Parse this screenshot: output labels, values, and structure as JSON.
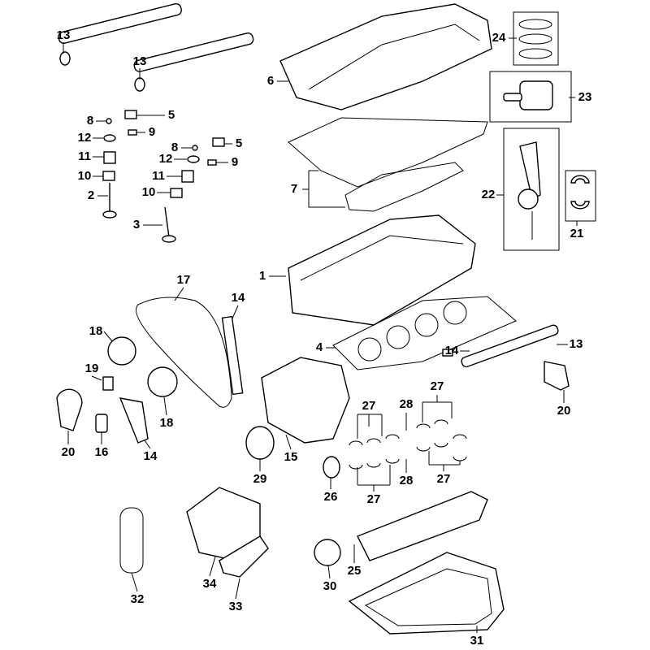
{
  "diagram": {
    "title": "Engine Parts Exploded View",
    "callouts": [
      {
        "id": "c13a",
        "label": "13"
      },
      {
        "id": "c13b",
        "label": "13"
      },
      {
        "id": "c6",
        "label": "6"
      },
      {
        "id": "c24",
        "label": "24"
      },
      {
        "id": "c23",
        "label": "23"
      },
      {
        "id": "c5a",
        "label": "5"
      },
      {
        "id": "c8a",
        "label": "8"
      },
      {
        "id": "c12a",
        "label": "12"
      },
      {
        "id": "c9a",
        "label": "9"
      },
      {
        "id": "c5b",
        "label": "5"
      },
      {
        "id": "c8b",
        "label": "8"
      },
      {
        "id": "c11a",
        "label": "11"
      },
      {
        "id": "c12b",
        "label": "12"
      },
      {
        "id": "c9b",
        "label": "9"
      },
      {
        "id": "c10a",
        "label": "10"
      },
      {
        "id": "c11b",
        "label": "11"
      },
      {
        "id": "c10b",
        "label": "10"
      },
      {
        "id": "c2",
        "label": "2"
      },
      {
        "id": "c7",
        "label": "7"
      },
      {
        "id": "c22",
        "label": "22"
      },
      {
        "id": "c3",
        "label": "3"
      },
      {
        "id": "c21",
        "label": "21"
      },
      {
        "id": "c1",
        "label": "1"
      },
      {
        "id": "c17",
        "label": "17"
      },
      {
        "id": "c14a",
        "label": "14"
      },
      {
        "id": "c18a",
        "label": "18"
      },
      {
        "id": "c4",
        "label": "4"
      },
      {
        "id": "c14b",
        "label": "14"
      },
      {
        "id": "c13c",
        "label": "13"
      },
      {
        "id": "c19",
        "label": "19"
      },
      {
        "id": "c27a",
        "label": "27"
      },
      {
        "id": "c28a",
        "label": "28"
      },
      {
        "id": "c27b",
        "label": "27"
      },
      {
        "id": "c20a",
        "label": "20"
      },
      {
        "id": "c18b",
        "label": "18"
      },
      {
        "id": "c20b",
        "label": "20"
      },
      {
        "id": "c16",
        "label": "16"
      },
      {
        "id": "c14c",
        "label": "14"
      },
      {
        "id": "c29",
        "label": "29"
      },
      {
        "id": "c15",
        "label": "15"
      },
      {
        "id": "c26",
        "label": "26"
      },
      {
        "id": "c28b",
        "label": "28"
      },
      {
        "id": "c27c",
        "label": "27"
      },
      {
        "id": "c27d",
        "label": "27"
      },
      {
        "id": "c25",
        "label": "25"
      },
      {
        "id": "c32",
        "label": "32"
      },
      {
        "id": "c34",
        "label": "34"
      },
      {
        "id": "c33",
        "label": "33"
      },
      {
        "id": "c30",
        "label": "30"
      },
      {
        "id": "c31",
        "label": "31"
      }
    ]
  }
}
